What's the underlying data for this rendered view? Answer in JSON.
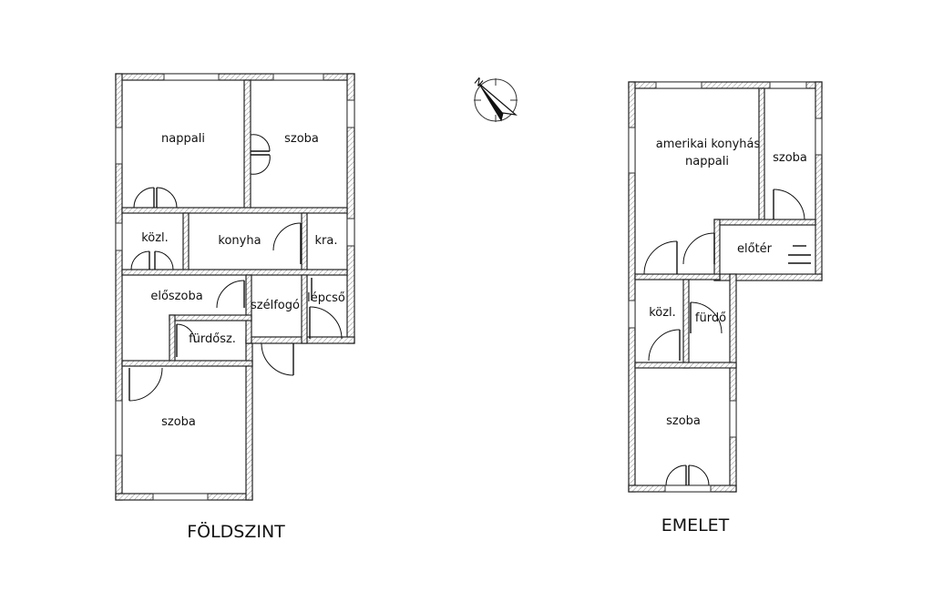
{
  "ground_floor": {
    "title": "FÖLDSZINT",
    "rooms": {
      "nappali": "nappali",
      "szoba_top": "szoba",
      "kozl": "közl.",
      "konyha": "konyha",
      "kamra": "kra.",
      "eloszoba": "előszoba",
      "szelfogo": "szélfogó",
      "lepcso": "lépcső",
      "furdosz": "fürdősz.",
      "szoba_bottom": "szoba"
    }
  },
  "upper_floor": {
    "title": "EMELET",
    "rooms": {
      "nappali_line1": "amerikai konyhás",
      "nappali_line2": "nappali",
      "szoba_top": "szoba",
      "eloter": "előtér",
      "kozl": "közl.",
      "furdo": "fürdő",
      "szoba_bottom": "szoba"
    }
  },
  "compass": {
    "label": "N"
  }
}
